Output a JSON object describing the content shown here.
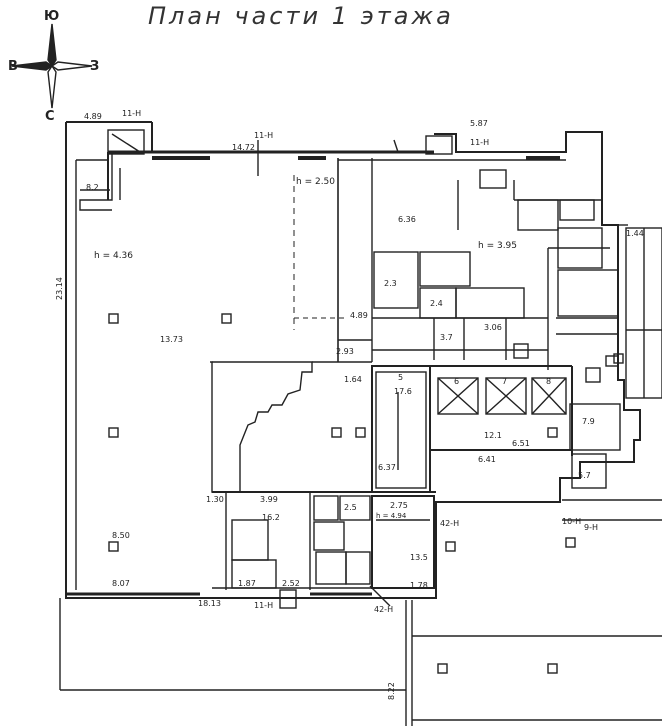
{
  "title": "План части 1 этажа",
  "compass": {
    "north": "Ю",
    "south": "С",
    "west": "В",
    "east": "З"
  },
  "heights": {
    "left_hall": "h = 4.36",
    "center": "h = 2.50",
    "right_block": "h = 3.95",
    "lower_block": "h = 4.94"
  },
  "room_labels": {
    "big_hall": "13.73",
    "room_small_tl": "8.2",
    "room_lower_left": "16.2",
    "stair": "17.6",
    "elevator_hall": "12.1",
    "room_6": "6",
    "room_7": "7",
    "room_8": "8",
    "room_right_a": "6.36",
    "room_right_b": "2.3",
    "room_right_c": "2.4",
    "room_right_d": "3.7",
    "room_lower_mid": "13.5",
    "room_rt": "5.7",
    "room_r9": "7.9",
    "room_5": "5",
    "room_2_5": "2.5"
  },
  "markers": {
    "axis_11": "11-Н",
    "axis_42": "42-Н",
    "axis_9": "9-Н",
    "axis_10": "10-Н"
  },
  "dims": {
    "top_left": "4.89",
    "top_mid": "14.72",
    "top_right": "5.87",
    "left_side": "23.14",
    "right_side": "1.44",
    "bottom_1": "8.07",
    "bottom_2": "18.13",
    "bottom_3": "6.41",
    "bottom_4": "6.51",
    "dim_a": "3.99",
    "dim_b": "2.75",
    "dim_c": "1.30",
    "dim_d": "8.50",
    "dim_e": "6.37",
    "dim_f": "2.93",
    "dim_g": "1.64",
    "dim_h": "3.06",
    "dim_i": "1.87",
    "dim_j": "2.52",
    "dim_k": "4.89",
    "dim_l": "1.78",
    "dim_m": "8.22"
  }
}
